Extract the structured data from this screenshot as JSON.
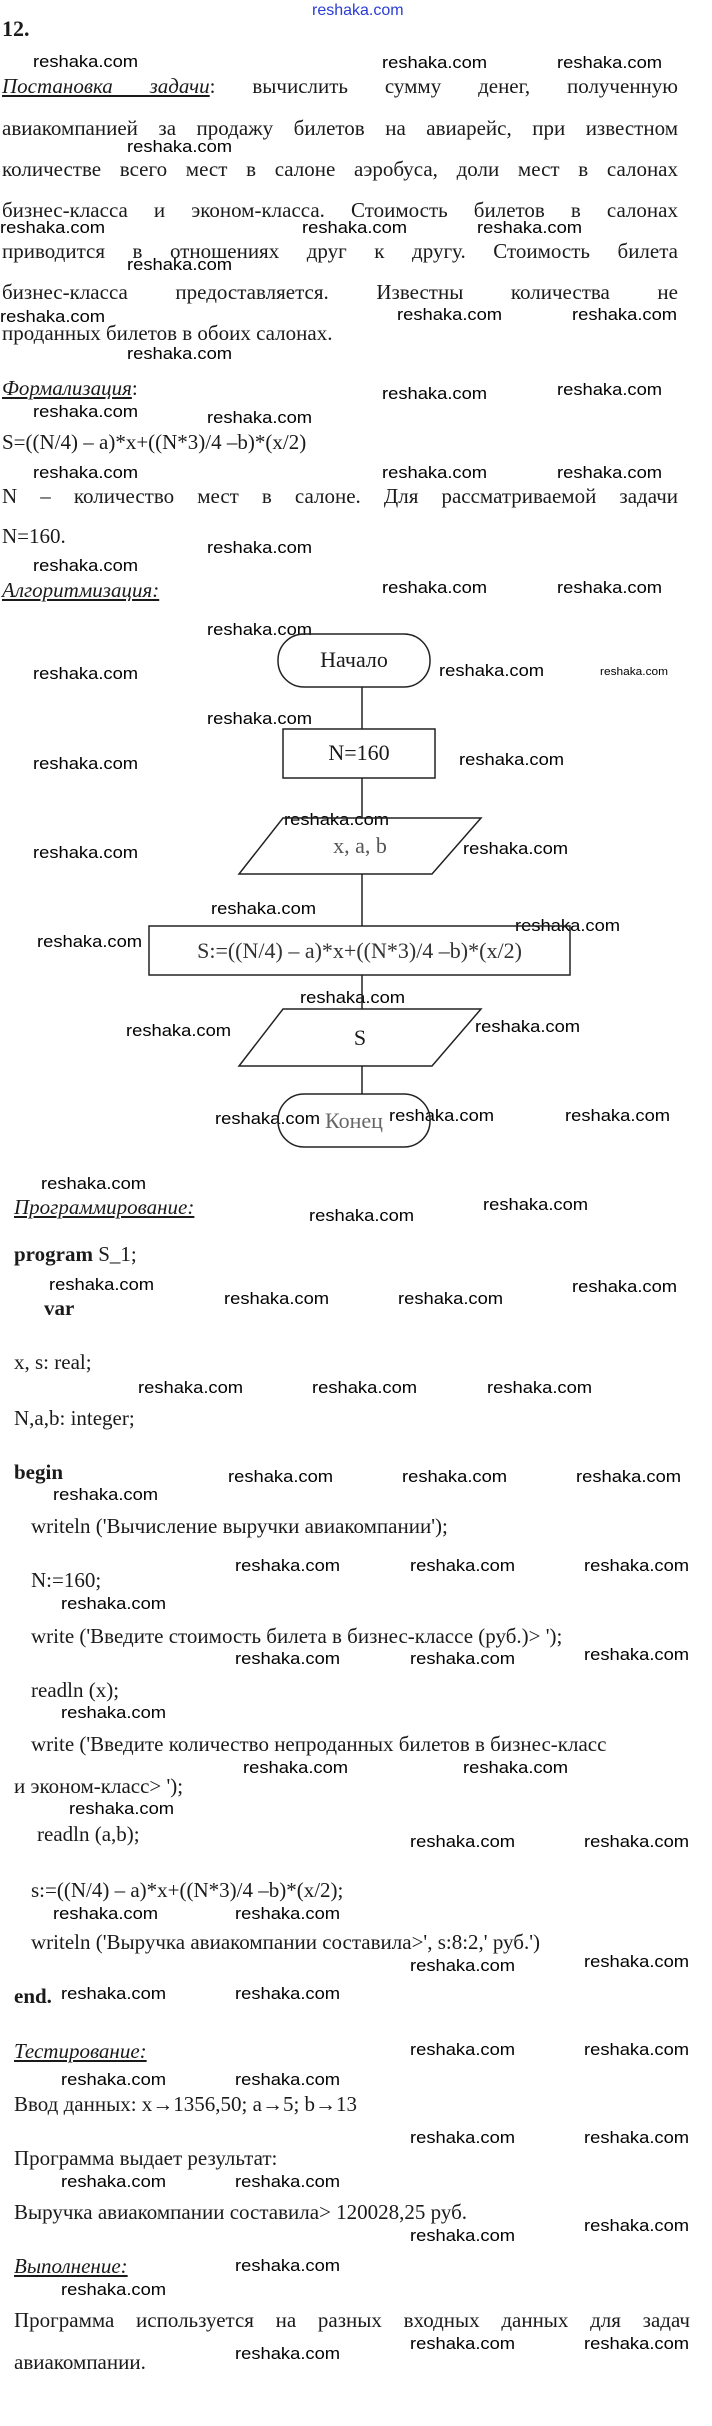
{
  "watermark": "reshaka.com",
  "number": "12.",
  "statement": {
    "heading": "Постановка задачи",
    "first_line_rest": ": вычислить сумму денег, полученную",
    "lines": [
      "авиакомпанией за продажу билетов на авиарейс, при известном",
      "количестве всего мест в салоне аэробуса, доли мест в салонах",
      "бизнес-класса и эконом-класса. Стоимость билетов в салонах",
      "приводится в отношениях друг к другу. Стоимость билета",
      "бизнес-класса предоставляется. Известны количества не"
    ],
    "last_line": "проданных билетов в обоих салонах."
  },
  "formalization": {
    "heading": "Формализация",
    "colon": ":",
    "formula": "S=((N/4) – a)*x+((N*3)/4 –b)*(x/2)",
    "note_line1": "N – количество мест в салоне. Для рассматриваемой задачи",
    "note_line2": "N=160."
  },
  "algorithm": {
    "heading": "Алгоритмизация:",
    "start": "Начало",
    "assign_n": "N=160",
    "input": "x, a, b",
    "compute": "S:=((N/4) – a)*x+((N*3)/4 –b)*(x/2)",
    "output": "S",
    "end": "Конец"
  },
  "programming": {
    "heading": "Программирование:",
    "program_kw": "program",
    "program_name": " S_1;",
    "var_kw": "var",
    "decl1": "x, s: real;",
    "decl2": "N,a,b: integer;",
    "begin_kw": "begin",
    "line1": "writeln ('Вычисление выручки авиакомпании');",
    "line2": "N:=160;",
    "line3": "write ('Введите стоимость билета в бизнес-классе (руб.)> ');",
    "line4": "readln (x);",
    "line5": "write ('Введите количество непроданных билетов в бизнес-класс",
    "line5b": "и эконом-класс> ');",
    "line6": "readln (a,b);",
    "line7": "s:=((N/4) – a)*x+((N*3)/4 –b)*(x/2);",
    "line8": "writeln ('Выручка авиакомпании составила>', s:8:2,' руб.')",
    "end_kw": "end."
  },
  "testing": {
    "heading": "Тестирование:",
    "input": "Ввод данных: x→1356,50; a→5; b→13",
    "result_label": "Программа выдает результат:",
    "result": "Выручка авиакомпании составила>  120028,25 руб."
  },
  "execution": {
    "heading": "Выполнение:",
    "line1": "Программа используется на разных входных данных для задач",
    "line2": "авиакомпании."
  }
}
